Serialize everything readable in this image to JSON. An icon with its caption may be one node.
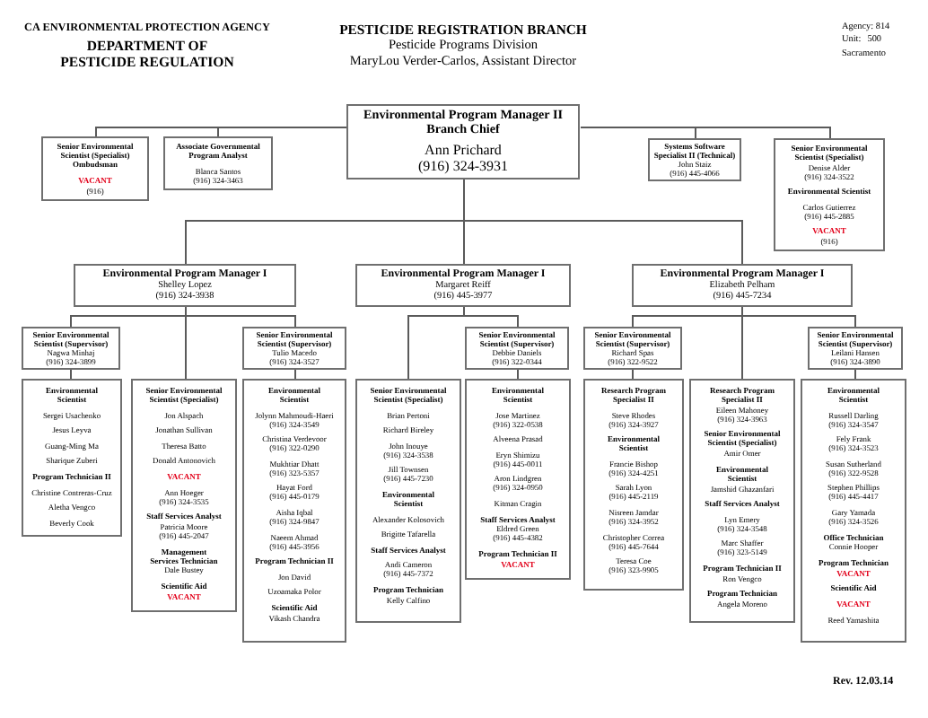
{
  "diagram": {
    "title": "PESTICIDE REGISTRATION BRANCH",
    "nodes": [
      {
        "text": [
          "Environmental Program Manager II Branch Chief",
          "Ann Prichard (916) 324-3931"
        ]
      },
      {
        "text": [
          "Senior Environmental Scientist (Specialist) Ombudsman",
          "VACANT",
          "(916)"
        ]
      },
      {
        "text": [
          "Associate Governmental Program Analyst",
          "Blanca Santos (916) 324-3463"
        ]
      },
      {
        "text": [
          "Systems Software Specialist II (Technical)",
          "John Staiz (916) 445-4066"
        ]
      },
      {
        "text": [
          "Senior Environmental Scientist (Specialist)",
          "Denise Alder (916) 324-3522",
          "Environmental Scientist",
          "Carlos Gutierrez (916) 445-2885",
          "VACANT",
          "(916)"
        ]
      },
      {
        "text": [
          "Environmental Program Manager I",
          "Shelley Lopez (916) 324-3938"
        ]
      },
      {
        "text": [
          "Environmental Program Manager I",
          "Margaret Reiff (916) 445-3977"
        ]
      },
      {
        "text": [
          "Environmental Program Manager I",
          "Elizabeth Pelham (916) 445-7234"
        ]
      },
      {
        "text": [
          "Senior Environmental Scientist (Supervisor)",
          "Nagwa Minhaj (916) 324-3899"
        ]
      },
      {
        "text": [
          "Environmental Scientist",
          "Sergei Usachenko",
          "Jesus Leyva",
          "Guang-Ming Ma",
          "Sharique Zuberi",
          "Program Technician II",
          "Christine Contreras-Cruz",
          "Aletha Vengco",
          "Beverly Cook"
        ]
      },
      {
        "text": [
          "Senior Environmental Scientist (Specialist)",
          "Jon Alspach",
          "Jonathan Sullivan",
          "Theresa Batto",
          "Donald Antonovich",
          "VACANT",
          "Ann Hoeger (916) 324-3535",
          "Staff Services Analyst",
          "Patricia Moore (916) 445-2047",
          "Management Services Technician",
          "Dale Bustey",
          "Scientific Aid",
          "VACANT"
        ]
      },
      {
        "text": [
          "Senior Environmental Scientist (Supervisor)",
          "Tulio Macedo (916) 324-3527"
        ]
      },
      {
        "text": [
          "Environmental Scientist",
          "Jolynn Mahmoudi-Haeri (916) 324-3549",
          "Christina Verdevoor (916) 322-0290",
          "Mukhtiar Dhatt (916) 323-5357",
          "Hayat Ford (916) 445-0179",
          "Aisha Iqbal (916) 324-9847",
          "Naeem Ahmad (916) 445-3956",
          "Program Technician II",
          "Jon David",
          "Uzoamaka Polor",
          "Scientific Aid",
          "Vikash Chandra"
        ]
      },
      {
        "text": [
          "Senior Environmental Scientist (Specialist)",
          "Brian Pertoni",
          "Richard Bireley",
          "John Inouye (916) 324-3538",
          "Jill Townsen (916) 445-7230",
          "Environmental Scientist",
          "Alexander Kolosovich",
          "Brigitte Tafarella",
          "Staff Services Analyst",
          "Andi Cameron (916) 445-7372",
          "Program Technician",
          "Kelly Calfino"
        ]
      },
      {
        "text": [
          "Senior Environmental Scientist (Supervisor)",
          "Debbie Daniels (916) 322-0344"
        ]
      },
      {
        "text": [
          "Environmental Scientist",
          "Jose Martinez (916) 322-0538",
          "Alveena Prasad",
          "Eryn Shimizu (916) 445-0011",
          "Aron Lindgren (916) 324-0950",
          "Kitman Cragin",
          "Staff Services Analyst",
          "Eldred Green (916) 445-4382",
          "Program Technician II",
          "VACANT"
        ]
      },
      {
        "text": [
          "Senior Environmental Scientist (Supervisor)",
          "Richard Spas (916) 322-9522"
        ]
      },
      {
        "text": [
          "Research Program Specialist II",
          "Steve Rhodes (916) 324-3927",
          "Environmental Scientist",
          "Francie Bishop (916) 324-4251",
          "Sarah Lyon (916) 445-2119",
          "Nisreen Jamdar (916) 324-3952",
          "Christopher Correa (916) 445-7644",
          "Teresa Coe (916) 323-9905"
        ]
      },
      {
        "text": [
          "Research Program Specialist II",
          "Eileen Mahoney (916) 324-3963",
          "Senior Environmental Scientist (Specialist)",
          "Amir Omer",
          "Environmental Scientist",
          "Jamshid Ghazanfari",
          "Staff Services Analyst",
          "Lyn Emery (916) 324-3548",
          "Marc Shaffer (916) 323-5149",
          "Program Technician II",
          "Ron Vengco",
          "Program Technician",
          "Angela Moreno"
        ]
      },
      {
        "text": [
          "Senior Environmental Scientist (Supervisor)",
          "Leilani Hansen (916) 324-3890"
        ]
      },
      {
        "text": [
          "Environmental Scientist",
          "Russell Darling (916) 324-3547",
          "Fely Frank (916) 324-3523",
          "Susan Sutherland (916) 322-9528",
          "Stephen Phillips (916) 445-4417",
          "Gary Yamada (916) 324-3526",
          "Office Technician",
          "Connie Hooper",
          "Program Technician",
          "VACANT",
          "Scientific Aid",
          "VACANT",
          "Reed Yamashita"
        ]
      }
    ],
    "edges": [
      {
        "from": 0,
        "to": 1,
        "arrow": "none"
      },
      {
        "from": 0,
        "to": 2,
        "arrow": "none"
      },
      {
        "from": 0,
        "to": 3,
        "arrow": "none"
      },
      {
        "from": 0,
        "to": 4,
        "arrow": "none"
      },
      {
        "from": 0,
        "to": 5,
        "arrow": "none"
      },
      {
        "from": 0,
        "to": 6,
        "arrow": "none"
      },
      {
        "from": 0,
        "to": 7,
        "arrow": "none"
      },
      {
        "from": 5,
        "to": 8,
        "arrow": "none"
      },
      {
        "from": 5,
        "to": 10,
        "arrow": "none"
      },
      {
        "from": 5,
        "to": 11,
        "arrow": "none"
      },
      {
        "from": 8,
        "to": 9,
        "arrow": "none"
      },
      {
        "from": 11,
        "to": 12,
        "arrow": "none"
      },
      {
        "from": 6,
        "to": 13,
        "arrow": "none"
      },
      {
        "from": 6,
        "to": 14,
        "arrow": "none"
      },
      {
        "from": 14,
        "to": 15,
        "arrow": "none"
      },
      {
        "from": 7,
        "to": 16,
        "arrow": "none"
      },
      {
        "from": 7,
        "to": 18,
        "arrow": "none"
      },
      {
        "from": 7,
        "to": 19,
        "arrow": "none"
      },
      {
        "from": 16,
        "to": 17,
        "arrow": "none"
      },
      {
        "from": 19,
        "to": 20,
        "arrow": "none"
      }
    ],
    "labels": [
      "CA ENVIRONMENTAL PROTECTION AGENCY",
      "DEPARTMENT OF PESTICIDE REGULATION",
      "Pesticide Programs Division",
      "MaryLou Verder-Carlos, Assistant Director",
      "Agency: 814",
      "Unit:",
      "500",
      "Sacramento",
      "Rev. 12.03.14"
    ]
  }
}
